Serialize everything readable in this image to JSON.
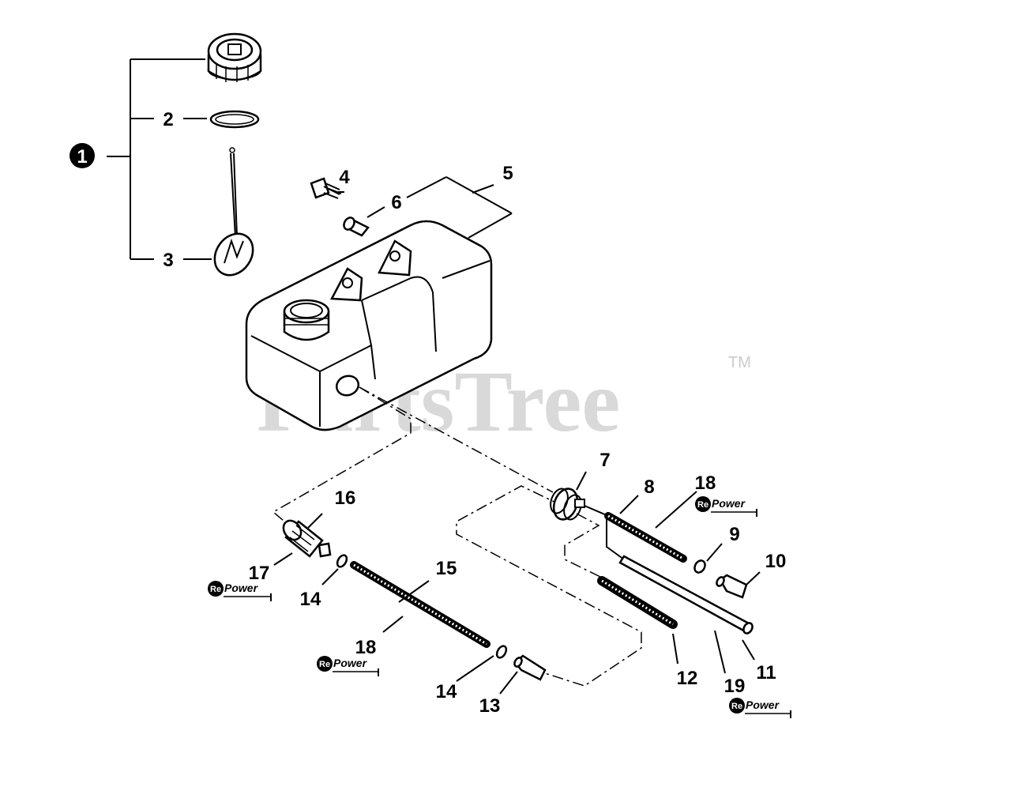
{
  "watermark": {
    "text": "PartsTree",
    "tm": "TM"
  },
  "assembly_marker": "1",
  "callouts": {
    "c2": "2",
    "c3": "3",
    "c4": "4",
    "c5": "5",
    "c6": "6",
    "c7": "7",
    "c8": "8",
    "c9": "9",
    "c10": "10",
    "c11": "11",
    "c12": "12",
    "c13": "13",
    "c14a": "14",
    "c14b": "14",
    "c15": "15",
    "c16": "16",
    "c17": "17",
    "c18a": "18",
    "c18b": "18",
    "c19": "19"
  },
  "repower": {
    "prefix": "Re",
    "suffix": "Power"
  }
}
